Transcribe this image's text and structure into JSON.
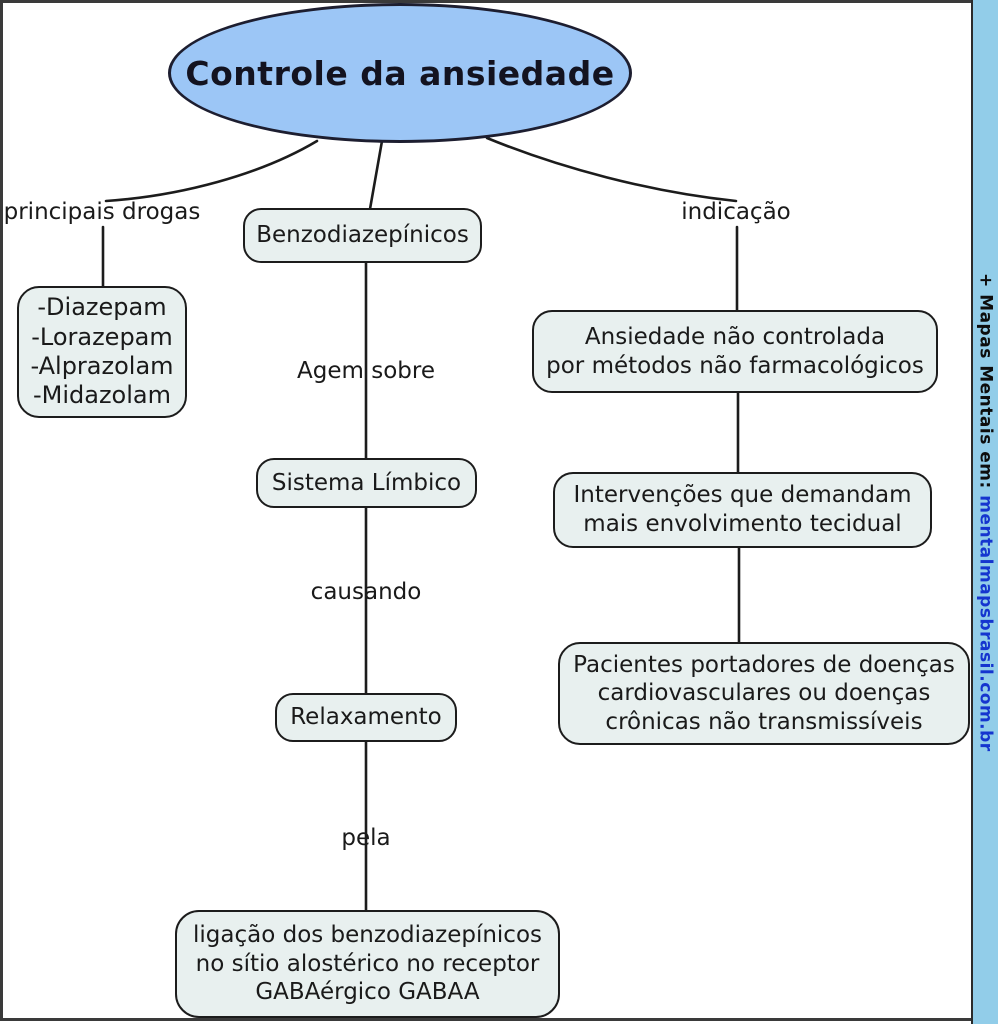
{
  "root": {
    "label": "Controle da ansiedade"
  },
  "left": {
    "edge_label": "principais drogas",
    "items": [
      "-Diazepam",
      "-Lorazepam",
      "-Alprazolam",
      "-Midazolam"
    ]
  },
  "middle": {
    "node_benzodiazepinicos": "Benzodiazepínicos",
    "edge_agem_sobre": "Agem sobre",
    "node_sistema_limbico": "Sistema Límbico",
    "edge_causando": "causando",
    "node_relaxamento": "Relaxamento",
    "edge_pela": "pela",
    "node_ligacao_lines": [
      "ligação dos benzodiazepínicos",
      "no sítio alostérico no receptor",
      "GABAérgico GABAA"
    ]
  },
  "right": {
    "edge_label": "indicação",
    "node_ansiedade_lines": [
      "Ansiedade não controlada",
      "por métodos não farmacológicos"
    ],
    "node_intervencoes_lines": [
      "Intervenções que demandam",
      "mais envolvimento tecidual"
    ],
    "node_pacientes_lines": [
      "Pacientes portadores de doenças",
      "cardiovasculares ou doenças",
      "crônicas não transmissíveis"
    ]
  },
  "watermark": {
    "prefix": "+ Mapas Mentais em: ",
    "url": "mentalmapsbrasil.com.br"
  },
  "colors": {
    "root_fill": "#9cc6f6",
    "node_fill": "#e8f0ef",
    "line_color": "#1c1c1c",
    "sidebar_fill": "#92cde9",
    "watermark_url_color": "#1535cf"
  }
}
